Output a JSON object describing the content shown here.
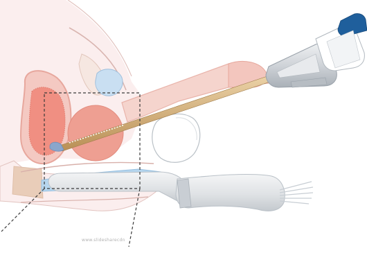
{
  "illustration": {
    "subject": "transrectal-ultrasound-guided-prostate-procedure",
    "parts": [
      "bladder",
      "prostate",
      "seminal-vesicle",
      "pubic-bone",
      "rectum",
      "urethra",
      "penis",
      "scrotum",
      "rigid-cystoscope",
      "transrectal-ultrasound-probe",
      "zoom-indicator-box"
    ],
    "colors": {
      "tissue_pink": "#f4c9c2",
      "tissue_outline": "#e7a79d",
      "prostate": "#ee9f92",
      "seminal_vesicle": "#c9dff2",
      "rectal_wall": "#b6d6ee",
      "scope_shaft": "#d7b27b",
      "scope_body": "#cfd3d8",
      "scope_cap": "#1f5f9c",
      "probe": "#e6e8ea",
      "cable": "#c8ced4"
    },
    "fine_print": "www.slidesharecdn"
  }
}
